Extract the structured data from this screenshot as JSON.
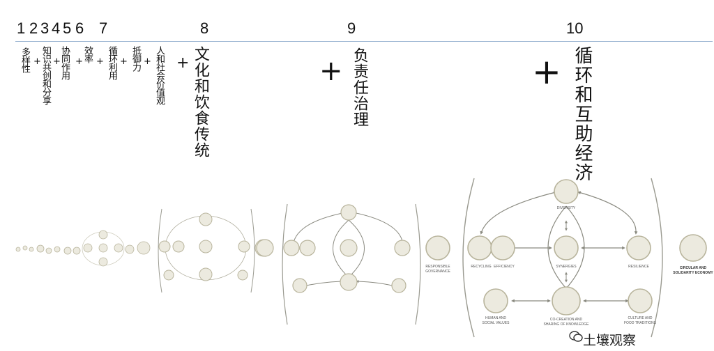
{
  "numbers": [
    "1",
    "2",
    "3",
    "4",
    "5",
    "6",
    "7",
    "8",
    "9",
    "10"
  ],
  "steps": {
    "s1": "多样性",
    "s2": "知识共创和分享",
    "s3": "协同作用",
    "s4": "效率",
    "s5": "循环利用",
    "s6": "抵御力",
    "s7": "人和社会价值观",
    "s8": "文化和饮食传统",
    "s9": "负责任治理",
    "s10": "循环和互助经济"
  },
  "plus": "+",
  "watermark": "土壤观察",
  "diagram": {
    "diversity": "DIVERSITY",
    "recycling": "RECYCLING",
    "efficiency": "EFFICIENCY",
    "synergies": "SYNERGIES",
    "resilience": "RESILIENCE",
    "human": "HUMAN AND",
    "human2": "SOCIAL VALUES",
    "cocreation": "CO-CREATION AND",
    "cocreation2": "SHARING OF KNOWLEDGE",
    "culture": "CULTURE AND",
    "culture2": "FOOD TRADITIONS",
    "governance": "RESPONSIBLE",
    "governance2": "GOVERNANCE",
    "circular": "CIRCULAR AND",
    "circular2": "SOLIDARITY ECONOMY"
  },
  "colors": {
    "ring": "#b8b49c",
    "fill": "#eceadf",
    "arrow": "#8a8a80"
  }
}
